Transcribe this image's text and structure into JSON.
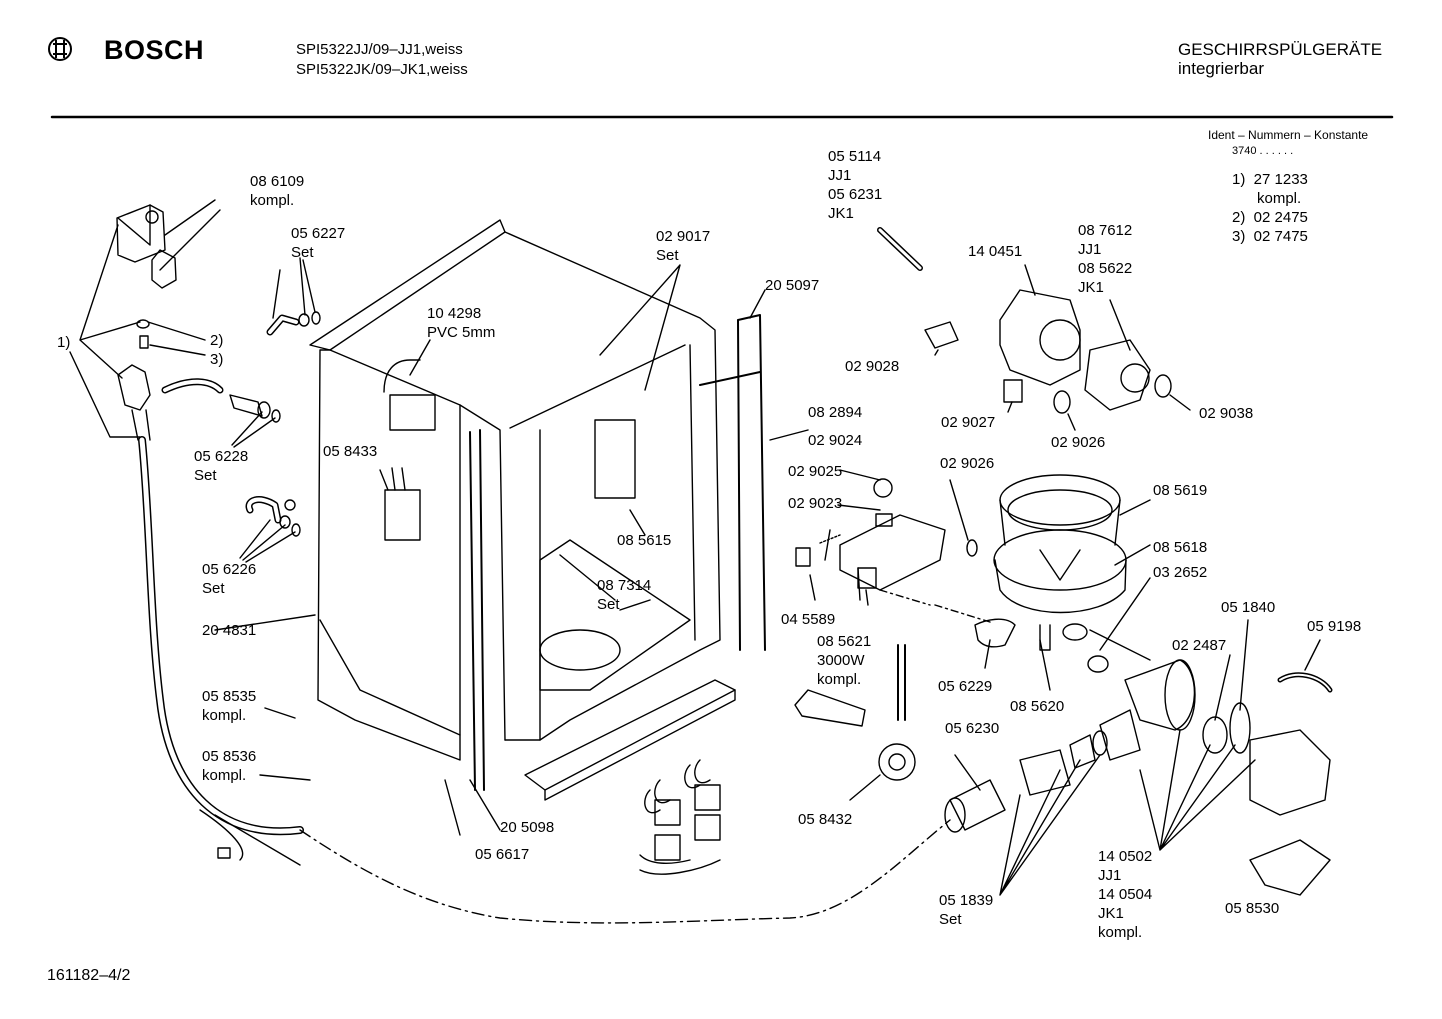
{
  "header": {
    "brand": "BOSCH",
    "model_lines": "SPI5322JJ/09–JJ1,weiss\nSPI5322JK/09–JK1,weiss",
    "category_lines": "GESCHIRRSPÜLGERÄTE\nintegrierbar"
  },
  "ident": {
    "title": "Ident – Nummern – Konstante",
    "code": "3740 . .   . . . .",
    "items": "1)  27 1233\n      kompl.\n2)  02 2475\n3)  02 7475"
  },
  "footer": {
    "drawing_id": "161182–4/2"
  },
  "labels": [
    {
      "id": "086109",
      "text": "08 6109\nkompl."
    },
    {
      "id": "056227",
      "text": "05 6227\nSet"
    },
    {
      "id": "104298",
      "text": "10 4298\nPVC 5mm"
    },
    {
      "id": "1",
      "text": "1)"
    },
    {
      "id": "2",
      "text": "2)"
    },
    {
      "id": "3",
      "text": "3)"
    },
    {
      "id": "056228",
      "text": "05 6228\nSet"
    },
    {
      "id": "058433",
      "text": "05 8433"
    },
    {
      "id": "056226",
      "text": "05 6226\nSet"
    },
    {
      "id": "204831",
      "text": "20 4831"
    },
    {
      "id": "058535",
      "text": "05 8535\nkompl."
    },
    {
      "id": "058536",
      "text": "05 8536\nkompl."
    },
    {
      "id": "056617",
      "text": "05 6617"
    },
    {
      "id": "205098",
      "text": "20 5098"
    },
    {
      "id": "029017",
      "text": "02 9017\nSet"
    },
    {
      "id": "085615",
      "text": "08 5615"
    },
    {
      "id": "087314",
      "text": "08 7314\nSet"
    },
    {
      "id": "205097",
      "text": "20 5097"
    },
    {
      "id": "055114",
      "text": "05 5114\nJJ1\n05 6231\nJK1"
    },
    {
      "id": "029028",
      "text": "02 9028"
    },
    {
      "id": "082894",
      "text": "08 2894"
    },
    {
      "id": "029024",
      "text": "02 9024"
    },
    {
      "id": "029025",
      "text": "02 9025"
    },
    {
      "id": "029023",
      "text": "02 9023"
    },
    {
      "id": "045589",
      "text": "04 5589"
    },
    {
      "id": "085621",
      "text": "08 5621\n3000W\nkompl."
    },
    {
      "id": "058432",
      "text": "05 8432"
    },
    {
      "id": "140451",
      "text": "14 0451"
    },
    {
      "id": "087612",
      "text": "08 7612\nJJ1\n08 5622\nJK1"
    },
    {
      "id": "029027",
      "text": "02 9027"
    },
    {
      "id": "029026a",
      "text": "02 9026"
    },
    {
      "id": "029038",
      "text": "02 9038"
    },
    {
      "id": "029026b",
      "text": "02 9026"
    },
    {
      "id": "085619",
      "text": "08 5619"
    },
    {
      "id": "085618",
      "text": "08 5618"
    },
    {
      "id": "032652",
      "text": "03 2652"
    },
    {
      "id": "056229",
      "text": "05 6229"
    },
    {
      "id": "085620",
      "text": "08 5620"
    },
    {
      "id": "056230",
      "text": "05 6230"
    },
    {
      "id": "051840",
      "text": "05 1840"
    },
    {
      "id": "059198",
      "text": "05 9198"
    },
    {
      "id": "022487",
      "text": "02 2487"
    },
    {
      "id": "051839",
      "text": "05 1839\nSet"
    },
    {
      "id": "140502",
      "text": "14 0502\nJJ1\n14 0504\nJK1\nkompl."
    },
    {
      "id": "058530",
      "text": "05 8530"
    }
  ]
}
